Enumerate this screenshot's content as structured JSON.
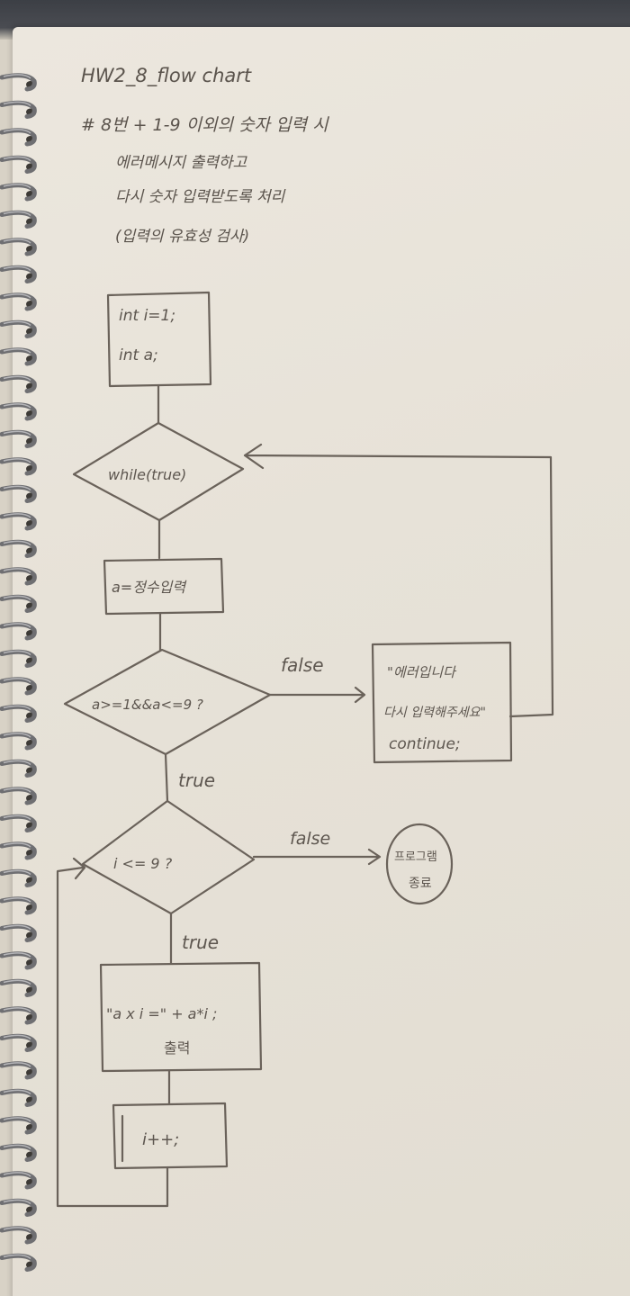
{
  "header": {
    "title": "HW2_8_flow chart",
    "line1": "# 8번 + 1-9 이외의 숫자 입력 시",
    "line2": "에러메시지 출력하고",
    "line3": "다시 숫자 입력받도록 처리",
    "line4": "(입력의 유효성 검사)"
  },
  "flow": {
    "init_line1": "int i=1;",
    "init_line2": "int a;",
    "loop_condition": "while(true)",
    "input_box": "a=정수입력",
    "range_check": "a>=1&&a<=9 ?",
    "label_false_1": "false",
    "error_line1": "\"에러입니다",
    "error_line2": "다시 입력해주세요\"",
    "error_line3": "continue;",
    "label_true_1": "true",
    "i_check": "i <= 9 ?",
    "label_false_2": "false",
    "end_line1": "프로그램",
    "end_line2": "종료",
    "label_true_2": "true",
    "print_line1": "\"a x i =\" + a*i ;",
    "print_line2": "출력",
    "increment": "i++;"
  },
  "colors": {
    "ink": "#5d564f",
    "paper": "#e9e4da",
    "spiral_metal": "#6f6f72"
  }
}
